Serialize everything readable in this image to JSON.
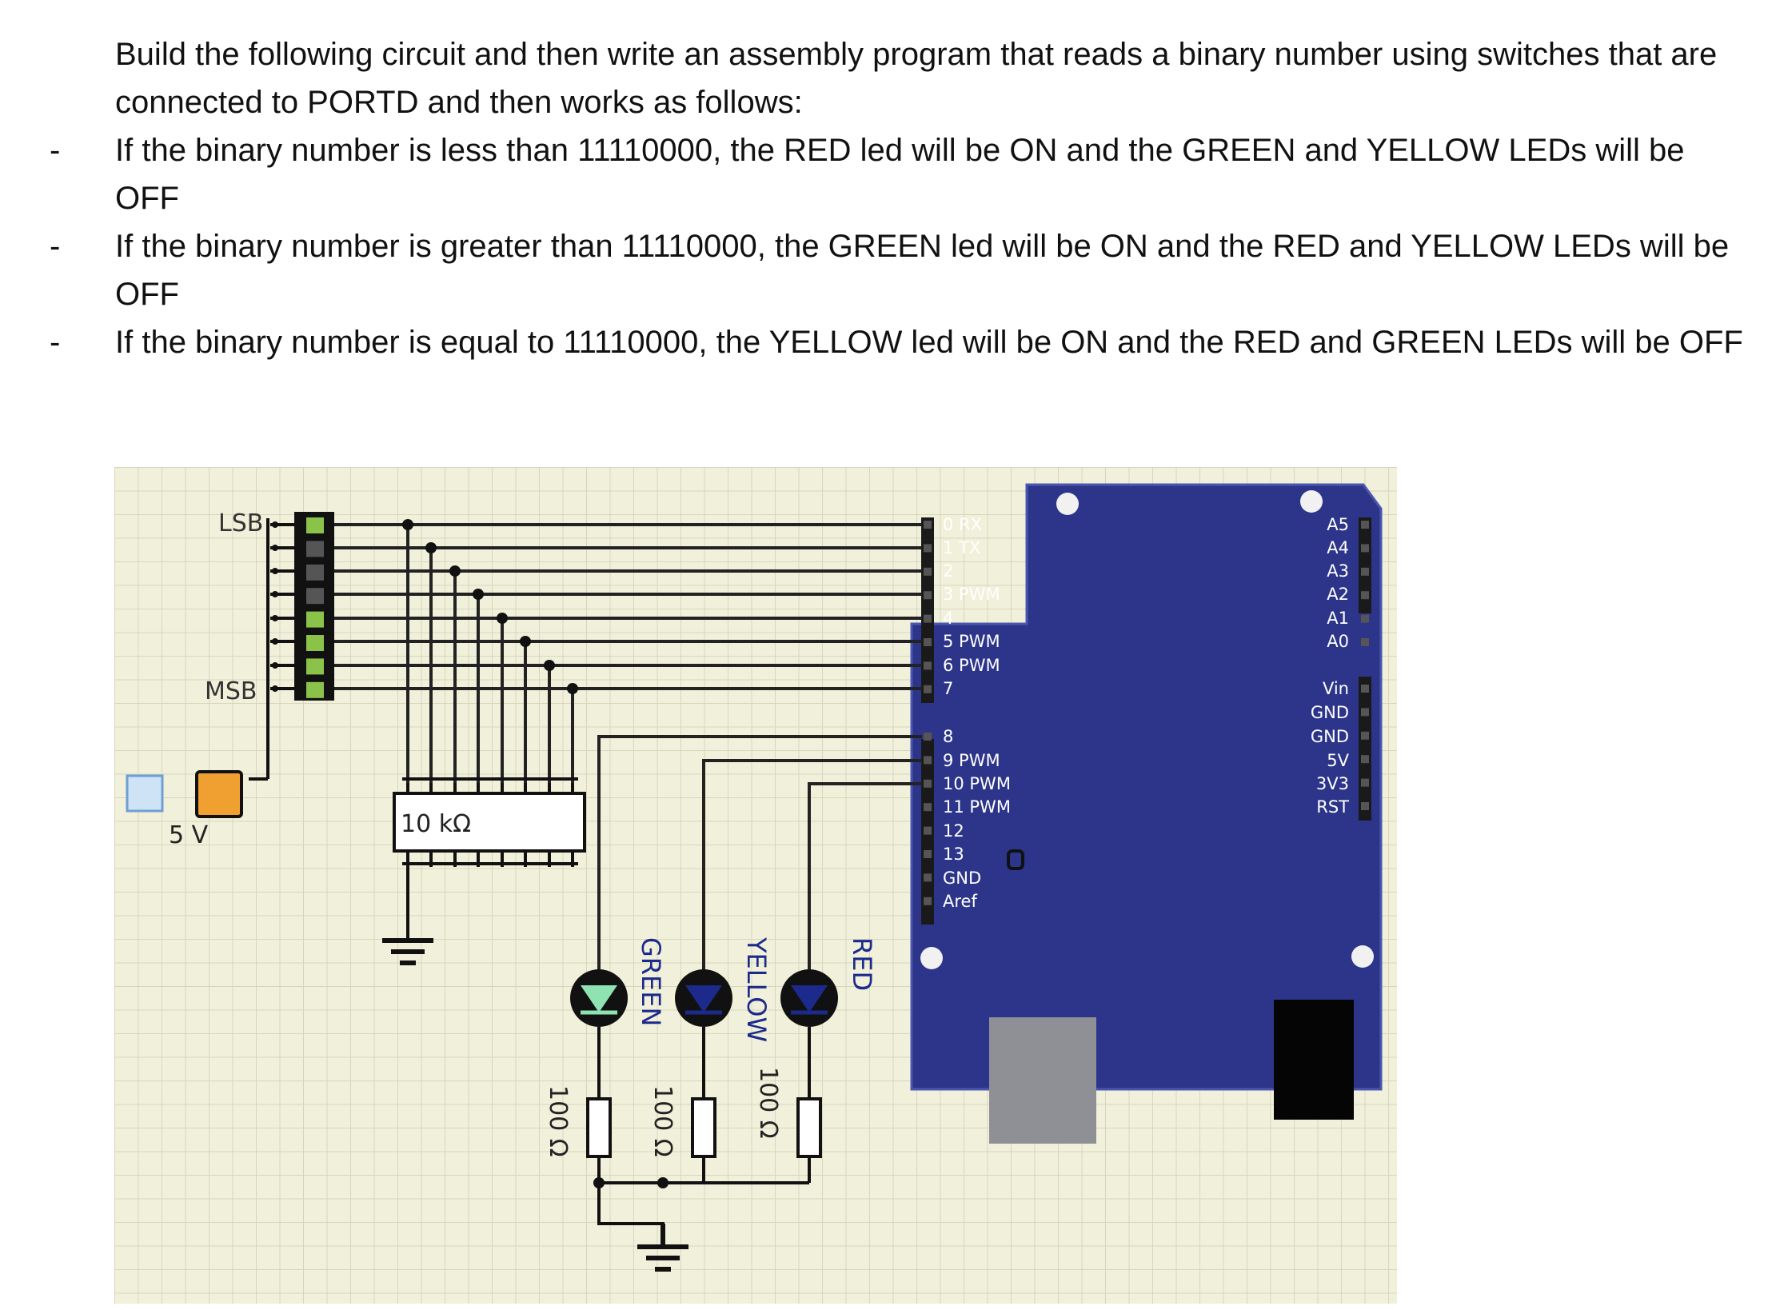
{
  "intro": "Build the following circuit and then write an assembly program that reads a binary number using switches that are connected to PORTD and then works as follows:",
  "bullets": [
    {
      "dash": "-",
      "text": "If the binary number is less than 11110000, the RED led will be ON and the GREEN and YELLOW LEDs will be OFF"
    },
    {
      "dash": "-",
      "text": "If the binary number is greater than 11110000, the GREEN led will be ON and the RED and YELLOW LEDs will be OFF"
    },
    {
      "dash": "-",
      "text": "If the binary number is equal to 11110000, the YELLOW led will be ON and the RED and GREEN LEDs will be OFF"
    }
  ],
  "circuit": {
    "lsb_label": "LSB",
    "msb_label": "MSB",
    "supply_label": "5 V",
    "pulldown_label": "10 kΩ",
    "switches": [
      "on",
      "off",
      "off",
      "off",
      "on",
      "on",
      "on",
      "on"
    ],
    "leds": [
      {
        "label": "GREEN",
        "state": "on",
        "resistor": "100 Ω"
      },
      {
        "label": "YELLOW",
        "state": "off",
        "resistor": "100 Ω"
      },
      {
        "label": "RED",
        "state": "off",
        "resistor": "100 Ω"
      }
    ],
    "arduino": {
      "digital_pins": [
        "0 RX",
        "1 TX",
        "2",
        "3 PWM",
        "4",
        "5 PWM",
        "6 PWM",
        "7"
      ],
      "lower_pins": [
        "8",
        "9 PWM",
        "10 PWM",
        "11 PWM",
        "12",
        "13",
        "GND",
        "Aref"
      ],
      "analog_pins": [
        "A5",
        "A4",
        "A3",
        "A2",
        "A1",
        "A0"
      ],
      "power_pins": [
        "Vin",
        "GND",
        "GND",
        "5V",
        "3V3",
        "RST"
      ]
    },
    "colors": {
      "board": "#2c3589",
      "led_on": "#8fe3b3",
      "led_off": "#1c2a8c",
      "switch_on": "#8bc34a",
      "switch_off": "#555555",
      "supply": "#f0a030",
      "breadboard": "#f1f0da"
    }
  }
}
